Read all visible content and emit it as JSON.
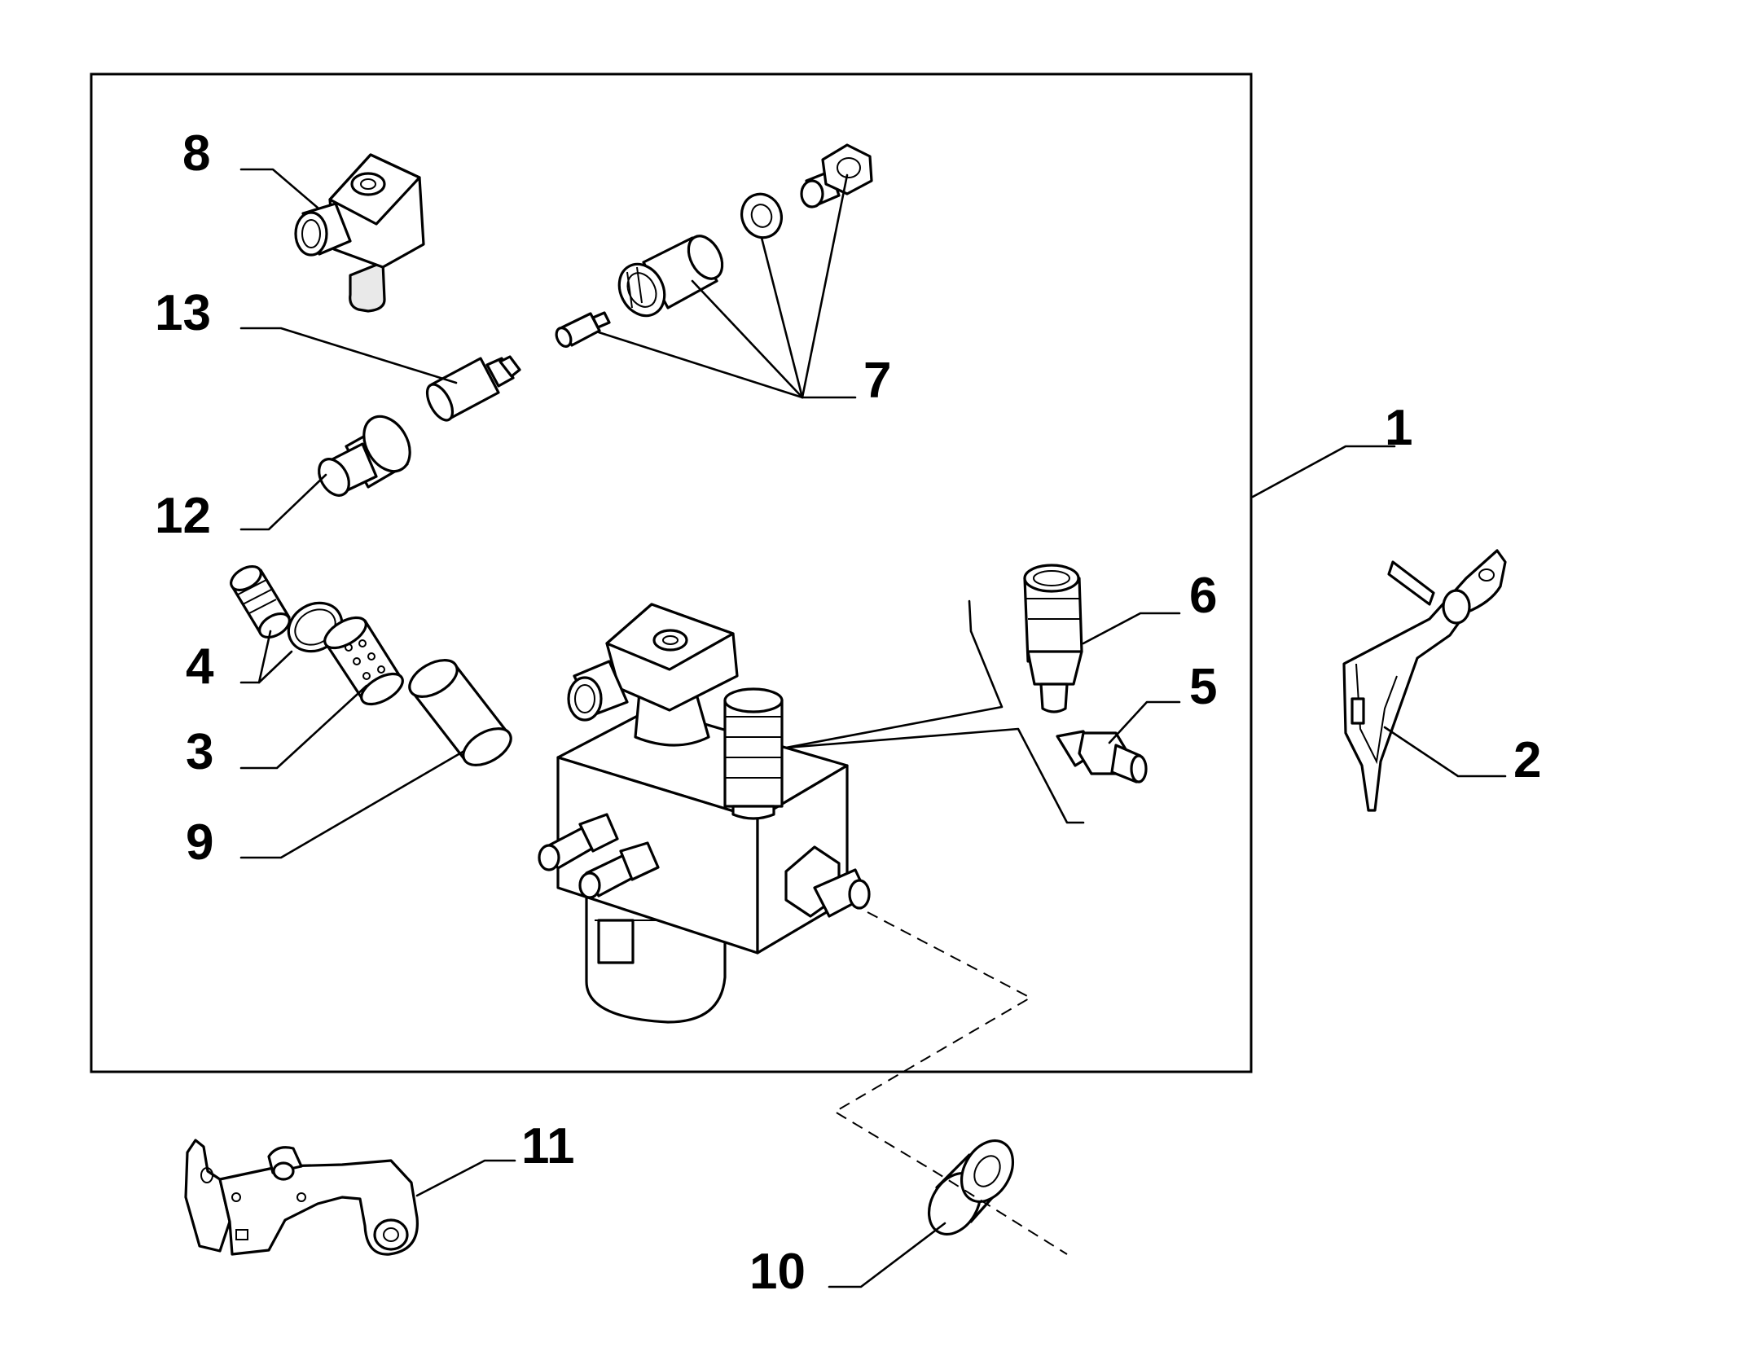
{
  "callouts": {
    "c1": "1",
    "c2": "2",
    "c3": "3",
    "c4": "4",
    "c5": "5",
    "c6": "6",
    "c7": "7",
    "c8": "8",
    "c9": "9",
    "c10": "10",
    "c11": "11",
    "c12": "12",
    "c13": "13"
  },
  "colors": {
    "line": "#000000",
    "background": "#ffffff",
    "shading": "#e9e9e9"
  }
}
